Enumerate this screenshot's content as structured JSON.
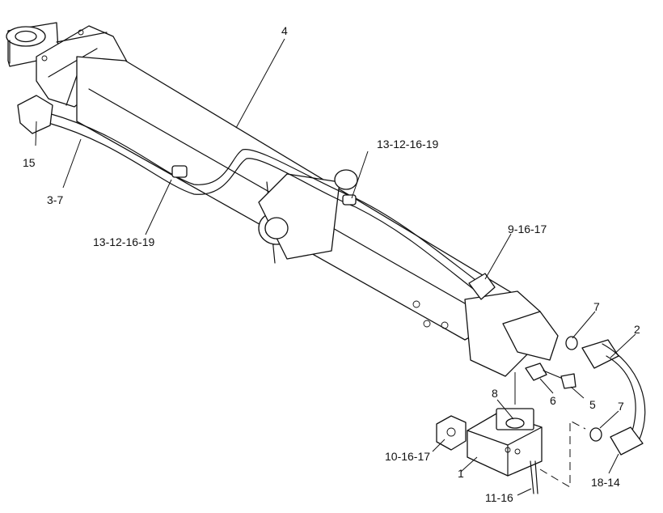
{
  "diagram": {
    "callouts": [
      {
        "id": "c4",
        "text": "4"
      },
      {
        "id": "c13a",
        "text": "13-12-16-19"
      },
      {
        "id": "c13b",
        "text": "13-12-16-19"
      },
      {
        "id": "c15",
        "text": "15"
      },
      {
        "id": "c37",
        "text": "3-7"
      },
      {
        "id": "c9",
        "text": "9-16-17"
      },
      {
        "id": "c7a",
        "text": "7"
      },
      {
        "id": "c2",
        "text": "2"
      },
      {
        "id": "c6",
        "text": "6"
      },
      {
        "id": "c5",
        "text": "5"
      },
      {
        "id": "c8",
        "text": "8"
      },
      {
        "id": "c7b",
        "text": "7"
      },
      {
        "id": "c10",
        "text": "10-16-17"
      },
      {
        "id": "c1",
        "text": "1"
      },
      {
        "id": "c18",
        "text": "18-14"
      },
      {
        "id": "c11",
        "text": "11-16"
      }
    ]
  }
}
